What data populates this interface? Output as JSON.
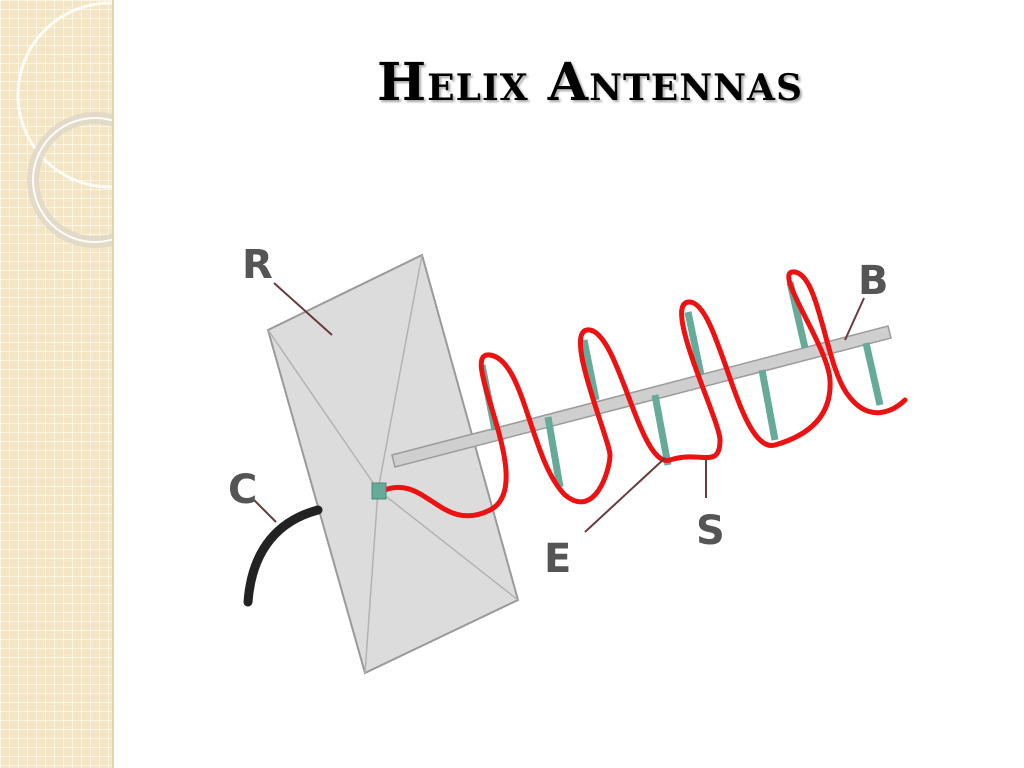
{
  "slide": {
    "title": "Helix Antennas"
  },
  "diagram": {
    "labels": {
      "reflector": "R",
      "cable": "C",
      "element": "E",
      "spacer": "S",
      "boom": "B"
    },
    "colors": {
      "helix": "#ee1111",
      "reflector": "#dcdcdc",
      "spacer": "#66aa99",
      "boom": "#cfcfcf",
      "cable": "#222222",
      "label": "#555555",
      "sidebar": "#f4e6c4"
    }
  }
}
